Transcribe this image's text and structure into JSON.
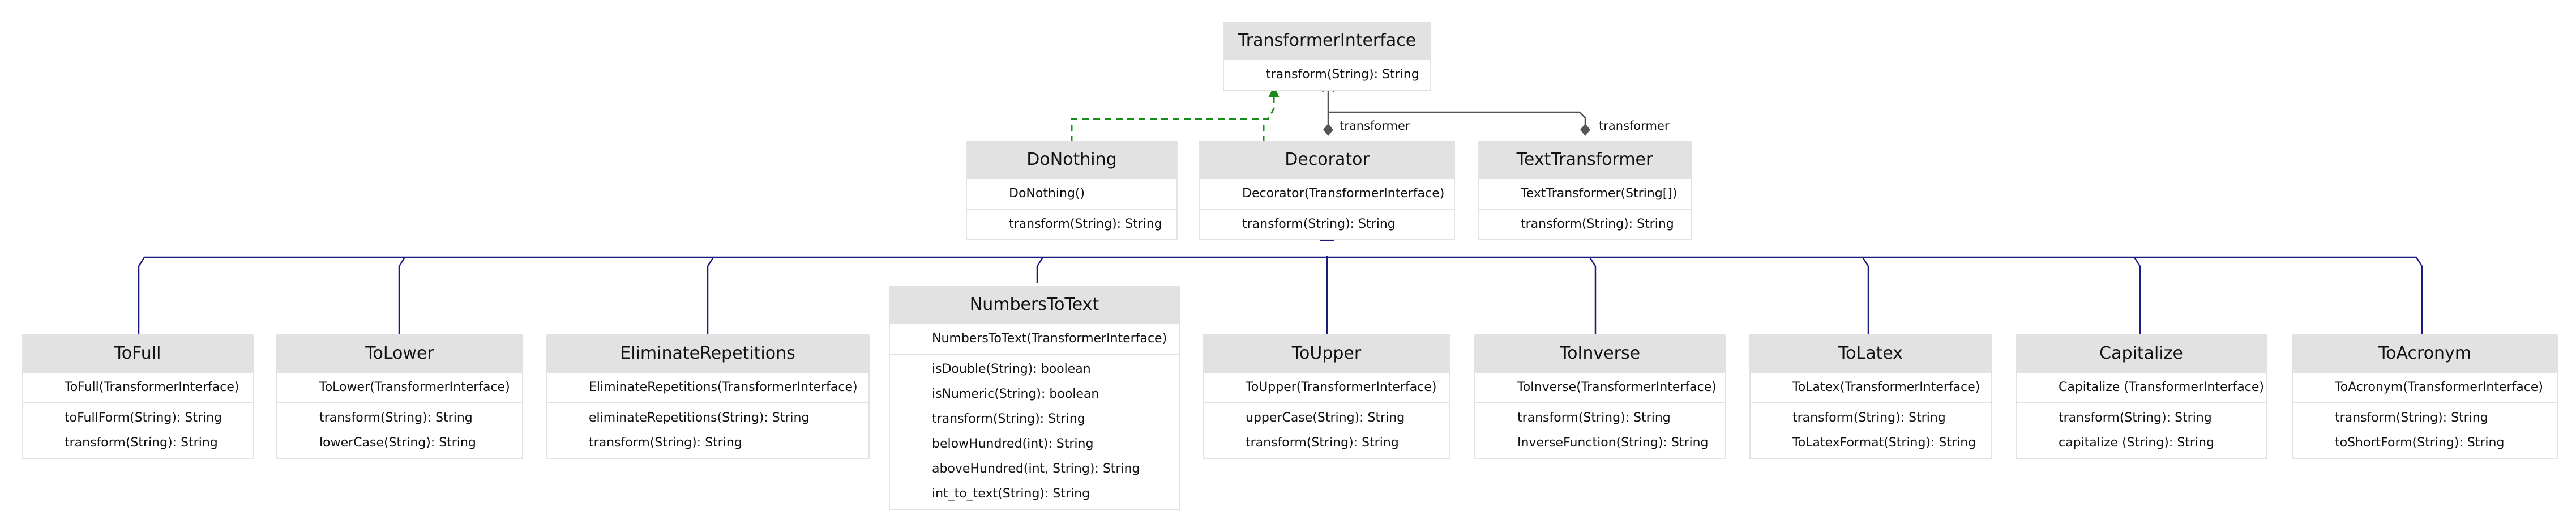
{
  "classes": [
    {
      "key": "ti",
      "name": "TransformerInterface",
      "ops": [
        [
          "transform(String):  String"
        ]
      ]
    },
    {
      "key": "dn",
      "name": "DoNothing",
      "ops": [
        [
          "DoNothing()"
        ],
        [
          "transform(String):  String"
        ]
      ]
    },
    {
      "key": "dec",
      "name": "Decorator",
      "ops": [
        [
          "Decorator(TransformerInterface)"
        ],
        [
          "transform(String):  String"
        ]
      ]
    },
    {
      "key": "tt",
      "name": "TextTransformer",
      "ops": [
        [
          "TextTransformer(String[])"
        ],
        [
          "transform(String):  String"
        ]
      ]
    },
    {
      "key": "tf",
      "name": "ToFull",
      "ops": [
        [
          "ToFull(TransformerInterface)"
        ],
        [
          "toFullForm(String):  String",
          "transform(String):  String"
        ]
      ]
    },
    {
      "key": "tl",
      "name": "ToLower",
      "ops": [
        [
          "ToLower(TransformerInterface)"
        ],
        [
          "transform(String):  String",
          "lowerCase(String):  String"
        ]
      ]
    },
    {
      "key": "er",
      "name": "EliminateRepetitions",
      "ops": [
        [
          "EliminateRepetitions(TransformerInterface)"
        ],
        [
          "eliminateRepetitions(String):  String",
          "transform(String):  String"
        ]
      ]
    },
    {
      "key": "nt",
      "name": "NumbersToText",
      "ops": [
        [
          "NumbersToText(TransformerInterface)"
        ],
        [
          "isDouble(String):  boolean",
          "isNumeric(String):  boolean",
          "transform(String):  String",
          "belowHundred(int):  String",
          "aboveHundred(int, String):  String",
          "int_to_text(String):  String"
        ]
      ]
    },
    {
      "key": "tu",
      "name": "ToUpper",
      "ops": [
        [
          "ToUpper(TransformerInterface)"
        ],
        [
          "upperCase(String):  String",
          "transform(String):  String"
        ]
      ]
    },
    {
      "key": "tinv",
      "name": "ToInverse",
      "ops": [
        [
          "ToInverse(TransformerInterface)"
        ],
        [
          "transform(String):  String",
          "InverseFunction(String):  String"
        ]
      ]
    },
    {
      "key": "tlx",
      "name": "ToLatex",
      "ops": [
        [
          "ToLatex(TransformerInterface)"
        ],
        [
          "transform(String):  String",
          "ToLatexFormat(String):  String"
        ]
      ]
    },
    {
      "key": "cap",
      "name": "Capitalize",
      "ops": [
        [
          "Capitalize (TransformerInterface)"
        ],
        [
          "transform(String):  String",
          "capitalize (String):  String"
        ]
      ]
    },
    {
      "key": "ta",
      "name": "ToAcronym",
      "ops": [
        [
          "ToAcronym(TransformerInterface)"
        ],
        [
          "transform(String):  String",
          "toShortForm(String):  String"
        ]
      ]
    }
  ],
  "labels": {
    "dec_transformer": "transformer",
    "tt_transformer": "transformer"
  },
  "colors": {
    "realization": "#1a8a1a",
    "generalization": "#1a1a80",
    "association": "#555555",
    "header": "#e2e2e2"
  }
}
